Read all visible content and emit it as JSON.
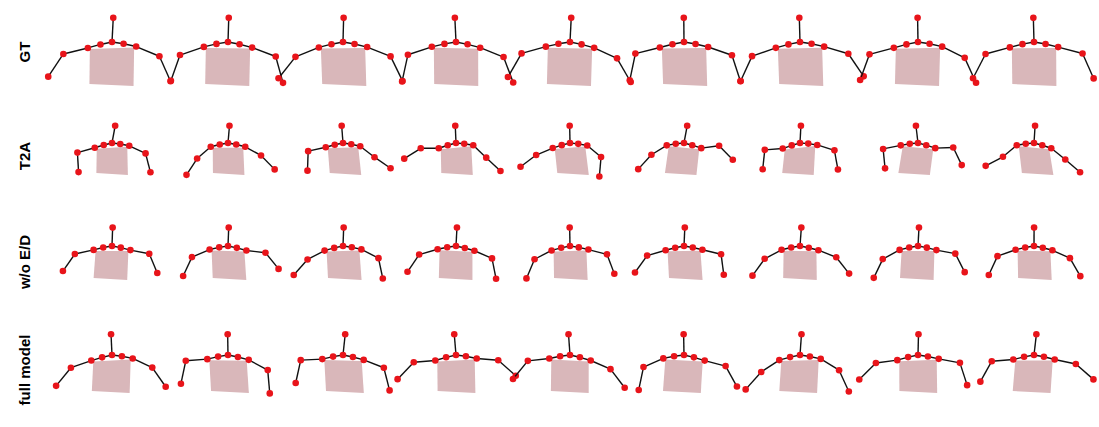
{
  "diagram": {
    "labels": [
      "GT",
      "T2A",
      "w/o E/D",
      "full model"
    ]
  }
}
